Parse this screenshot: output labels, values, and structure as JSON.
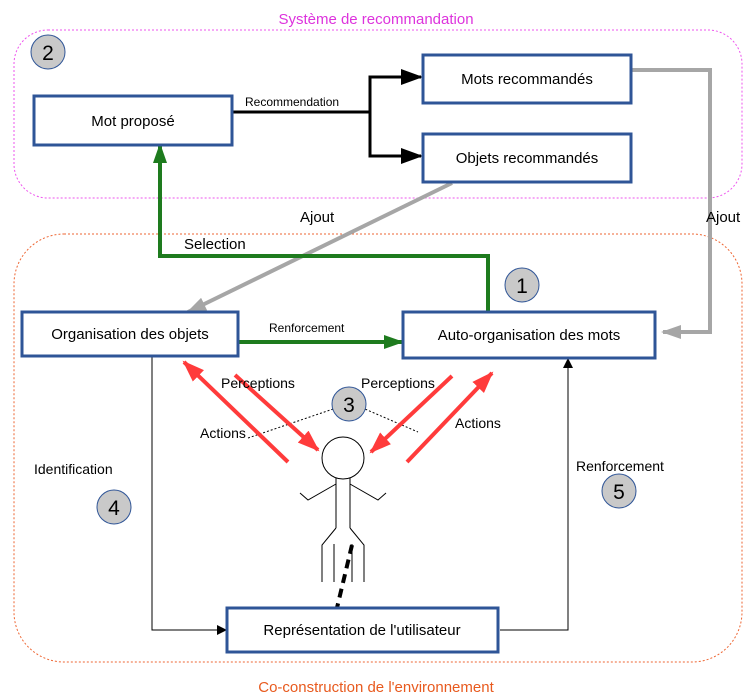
{
  "colors": {
    "system_border": "#ee55ee",
    "system_title": "#dd33dd",
    "env_border": "#ee6633",
    "env_title": "#e85a1e",
    "box_border": "#2f5597",
    "green": "#1e7b1e",
    "red": "#ff3b3b",
    "gray": "#a6a6a6",
    "circle_fill": "#c9c9c9"
  },
  "regions": {
    "system_title": "Système de recommandation",
    "environment_title": "Co-construction de l'environnement"
  },
  "boxes": {
    "mot_propose": "Mot proposé",
    "mots_recommandes": "Mots recommandés",
    "objets_recommandes": "Objets recommandés",
    "organisation_objets": "Organisation des objets",
    "auto_organisation_mots": "Auto-organisation des mots",
    "representation_utilisateur": "Représentation de l'utilisateur"
  },
  "edge_labels": {
    "recommendation": "Recommendation",
    "ajout_left": "Ajout",
    "ajout_right": "Ajout",
    "selection": "Selection",
    "renforcement_horizontal": "Renforcement",
    "perceptions_left": "Perceptions",
    "perceptions_right": "Perceptions",
    "actions_left": "Actions",
    "actions_right": "Actions",
    "identification": "Identification",
    "renforcement_right": "Renforcement"
  },
  "step_numbers": {
    "one": "1",
    "two": "2",
    "three": "3",
    "four": "4",
    "five": "5"
  }
}
